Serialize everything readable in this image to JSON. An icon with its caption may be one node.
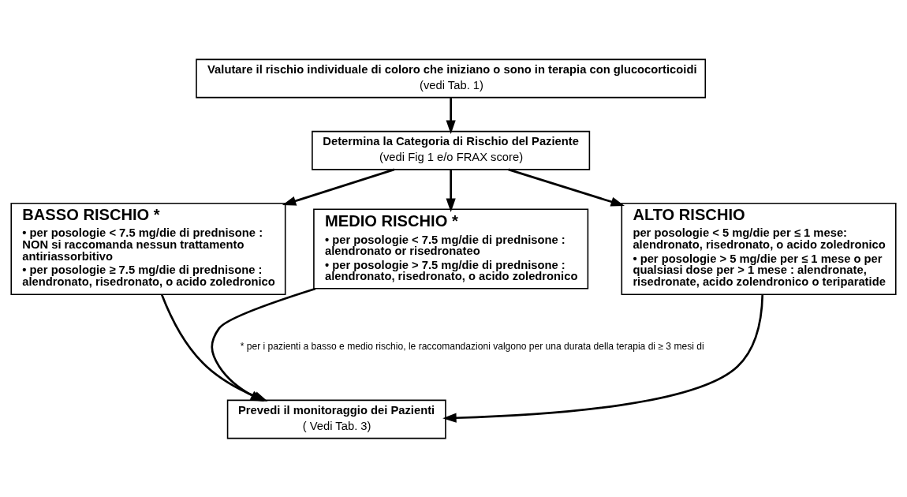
{
  "diagram": {
    "nodes": [
      {
        "text": [
          "Valutare il rischio individuale di coloro che iniziano o sono in terapia con glucocorticoidi",
          "(vedi Tab. 1)"
        ]
      },
      {
        "text": [
          "Determina la Categoria di Rischio del Paziente",
          "(vedi Fig 1 e/o FRAX score)"
        ]
      },
      {
        "text": [
          "BASSO RISCHIO *",
          "• per posologie < 7.5 mg/die di prednisone : NON si raccomanda nessun trattamento antiriassorbitivo",
          "• per posologie ≥ 7.5 mg/die di prednisone : alendronato, risedronato, o acido zoledronico"
        ]
      },
      {
        "text": [
          "MEDIO RISCHIO *",
          "• per posologie < 7.5 mg/die di prednisone : alendronato or risedronateo",
          "• per posologie > 7.5 mg/die di prednisone : alendronato, risedronato, o acido zoledronico"
        ]
      },
      {
        "text": [
          "ALTO RISCHIO",
          "per posologie < 5 mg/die per ≤ 1 mese: alendronato, risedronato, o acido zoledronico",
          "• per posologie > 5 mg/die per ≤ 1 mese o per qualsiasi dose per > 1 mese : alendronate, risedronate, acido zolendronico o teriparatide"
        ]
      },
      {
        "text": [
          "Prevedi il monitoraggio dei Pazienti",
          "( Vedi Tab. 3)"
        ]
      }
    ],
    "edges": [
      {
        "from": 0,
        "to": 1,
        "arrow": "to"
      },
      {
        "from": 1,
        "to": 2,
        "arrow": "to"
      },
      {
        "from": 1,
        "to": 3,
        "arrow": "to"
      },
      {
        "from": 1,
        "to": 4,
        "arrow": "to"
      },
      {
        "from": 2,
        "to": 5,
        "arrow": "to"
      },
      {
        "from": 3,
        "to": 5,
        "arrow": "to"
      },
      {
        "from": 4,
        "to": 5,
        "arrow": "to"
      }
    ],
    "labels": [
      "* per i pazienti a basso e medio rischio, le raccomandazioni valgono per una durata della terapia di ≥ 3 mesi di"
    ]
  }
}
